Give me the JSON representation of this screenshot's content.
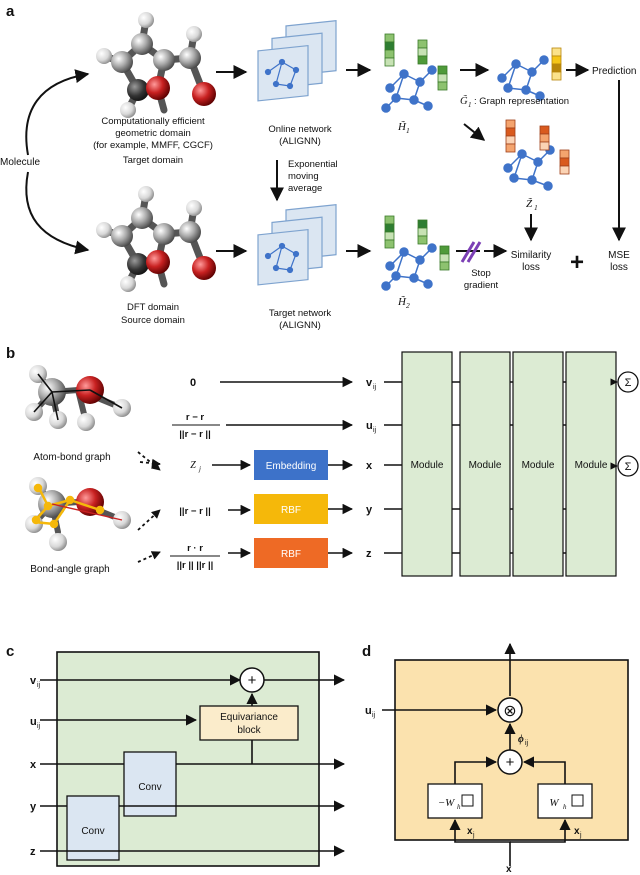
{
  "panels": {
    "a": "a",
    "b": "b",
    "c": "c",
    "d": "d"
  },
  "panel_a": {
    "molecule": "Molecule",
    "target_domain_l1": "Computationally efficient",
    "target_domain_l2": "geometric domain",
    "target_domain_l3": "(for example, MMFF, CGCF)",
    "target_domain_l4": "Target domain",
    "source_domain_l1": "DFT domain",
    "source_domain_l2": "Source domain",
    "online_l1": "Online network",
    "online_l2": "(ALIGNN)",
    "target_net_l1": "Target network",
    "target_net_l2": "(ALIGNN)",
    "ema_l1": "Exponential",
    "ema_l2": "moving",
    "ema_l3": "average",
    "h1": "H̃",
    "h1_sub": "1",
    "h2": "H̃",
    "h2_sub": "2",
    "g1": "G̃",
    "g1_sub": "1",
    "graph_rep": ": Graph representation",
    "z1": "Z̃",
    "z1_sub": "1",
    "prediction": "Prediction",
    "stop_l1": "Stop",
    "stop_l2": "gradient",
    "sim_l1": "Similarity",
    "sim_l2": "loss",
    "mse_l1": "MSE",
    "mse_l2": "loss",
    "plus": "+"
  },
  "panel_b": {
    "atom_bond": "Atom-bond graph",
    "bond_angle": "Bond-angle graph",
    "in_zero": "0",
    "in_zj": "Z",
    "in_zj_sub": "j",
    "frac1_num": "r  − r",
    "frac1_den": "||r  − r ||",
    "dist": "||r  − r ||",
    "frac2_num": "r  · r",
    "frac2_den": "||r  || ||r  ||",
    "embedding": "Embedding",
    "rbf1": "RBF",
    "rbf2": "RBF",
    "out_v": "v",
    "out_u": "u",
    "out_x": "x",
    "out_y": "y",
    "out_z": "z",
    "sub_ij": "ij",
    "modules": [
      "Module",
      "Module",
      "Module",
      "Module"
    ],
    "sum1": "Σ",
    "sum2": "Σ"
  },
  "panel_c": {
    "v": "v",
    "u": "u",
    "x": "x",
    "y": "y",
    "z": "z",
    "sub_ij": "ij",
    "equiv_l1": "Equivariance",
    "equiv_l2": "block",
    "conv1": "Conv",
    "conv2": "Conv",
    "plus": "+"
  },
  "panel_d": {
    "u": "u",
    "sub_ij": "ij",
    "phi": "ϕ",
    "phi_sub": "ij",
    "left_box": "−W",
    "right_box": "W",
    "box_sub": "h",
    "xj_left": "x",
    "xj_right": "x",
    "xj_sub": "j",
    "x_bottom": "x",
    "otimes": "⊗",
    "plus": "+"
  },
  "colors": {
    "green_box": "#dcebd3",
    "embedding": "#3d72c9",
    "rbf_yellow": "#f5b80a",
    "rbf_orange": "#ee6a25",
    "equiv_box": "#fbeccb",
    "d_panel": "#fbe2ae",
    "conv_box": "#dbe6f2",
    "node_blue": "#3f73c9",
    "atom_red": "#c82121"
  }
}
